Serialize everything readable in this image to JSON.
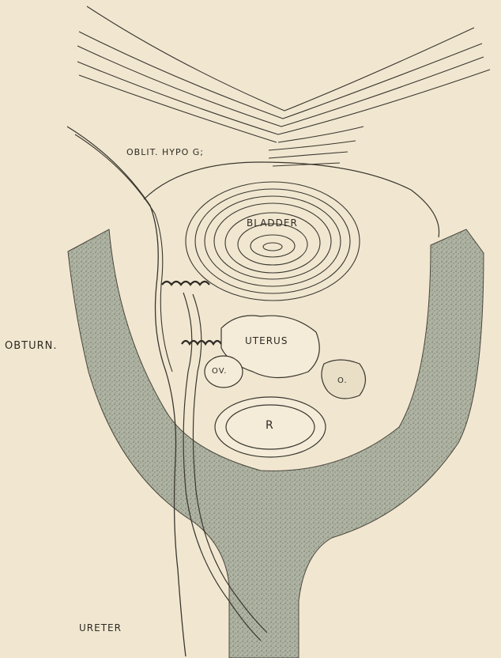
{
  "labels": {
    "oblit_hypog": "OBLIT. HYPO G;",
    "bladder": "BLADDER",
    "uterus": "UTERUS",
    "ovary": "OV.",
    "ovary_right": "O.",
    "rectum": "R",
    "obturn": "OBTURN.",
    "ureter": "URETER"
  },
  "colors": {
    "paper": "#f1e7d0",
    "ink": "#2e2a24",
    "stipple": "#9fa392"
  }
}
